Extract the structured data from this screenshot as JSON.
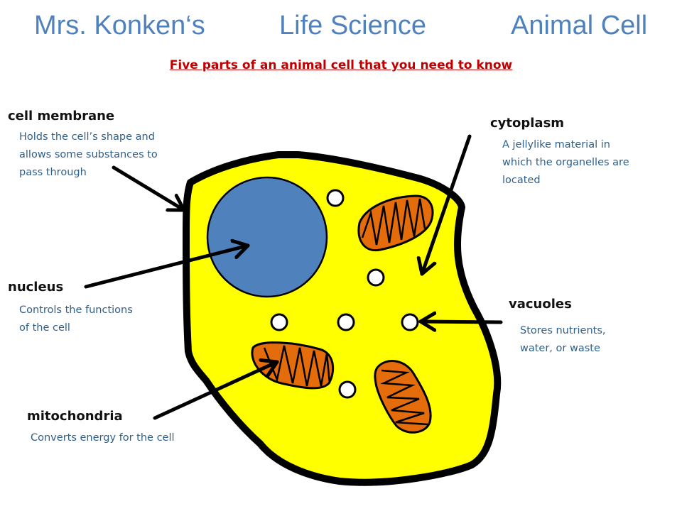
{
  "header": {
    "teacher": "Mrs. Konken‘s",
    "subject": "Life Science",
    "topic": "Animal Cell",
    "subtitle": "Five parts of an animal cell that you need to know"
  },
  "parts": {
    "cell_membrane": {
      "label": "cell membrane",
      "lines": [
        "Holds the cell’s shape and",
        "allows some substances to",
        "pass through"
      ]
    },
    "cytoplasm": {
      "label": "cytoplasm",
      "lines": [
        "A jellylike material in",
        "which the organelles are",
        "located"
      ]
    },
    "nucleus": {
      "label": "nucleus",
      "lines": [
        "Controls the functions",
        "of the cell"
      ]
    },
    "vacuoles": {
      "label": "vacuoles",
      "lines": [
        "Stores nutrients,",
        "water, or waste"
      ]
    },
    "mitochondria": {
      "label": "mitochondria",
      "lines": [
        "Converts energy for the cell"
      ]
    }
  },
  "colors": {
    "title": "#4f81bd",
    "subtitle": "#c00000",
    "description": "#2f5f8a",
    "cytoplasm_fill": "#ffff00",
    "nucleus_fill": "#4f81bd",
    "mitochondria_fill": "#e46c0a",
    "outline": "#000000"
  }
}
